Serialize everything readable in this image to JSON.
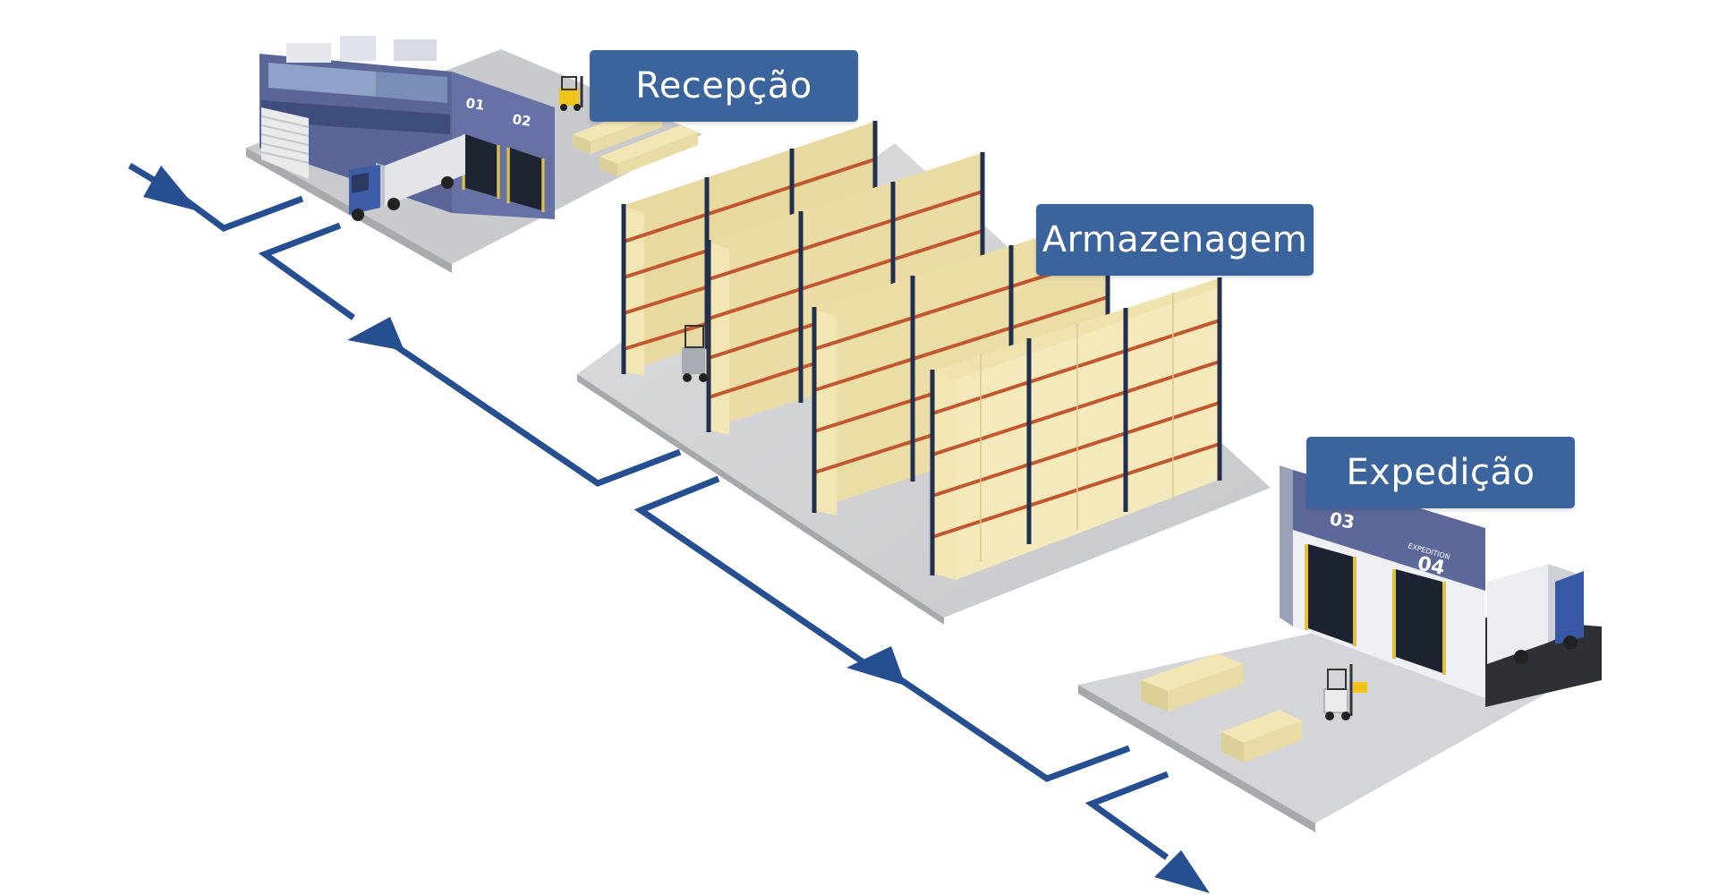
{
  "stages": {
    "reception": {
      "label": "Recepção"
    },
    "storage": {
      "label": "Armazenagem"
    },
    "dispatch": {
      "label": "Expedição"
    }
  },
  "docks": {
    "reception_doors": [
      "01",
      "02"
    ],
    "dispatch_doors": [
      "03",
      "04"
    ],
    "dispatch_caption": "EXPEDITION"
  },
  "colors": {
    "flow_arrow": "#264f92",
    "label_bg": "#3b639c",
    "pallet": "#f2e6b5",
    "rack_upright": "#22304f",
    "rack_beam": "#c2562e",
    "facade": "#5d6a9c",
    "floor": "#d2d3d5"
  },
  "icons": [
    "flow-arrow-icon",
    "truck-icon",
    "forklift-icon"
  ]
}
